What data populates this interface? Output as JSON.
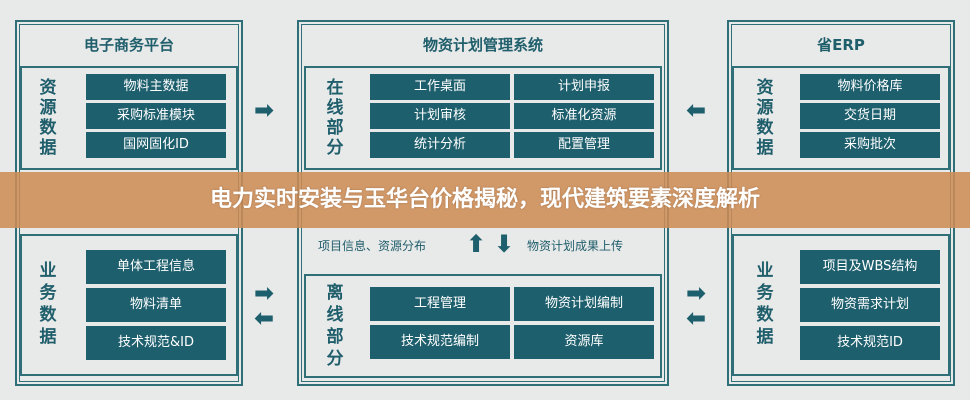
{
  "left": {
    "title": "电子商务平台",
    "resource_label": "资源数据",
    "resource_items": [
      "物料主数据",
      "采购标准模块",
      "国网固化ID"
    ],
    "business_label": "业务数据",
    "business_items": [
      "单体工程信息",
      "物料清单",
      "技术规范&ID"
    ]
  },
  "center": {
    "title": "物资计划管理系统",
    "online_label": "在线部分",
    "online_items": [
      "工作桌面",
      "计划申报",
      "计划审核",
      "标准化资源",
      "统计分析",
      "配置管理"
    ],
    "up_note": "项目信息、资源分布",
    "down_note": "物资计划成果上传",
    "offline_label": "离线部分",
    "offline_items": [
      "工程管理",
      "物资计划编制",
      "技术规范编制",
      "资源库"
    ]
  },
  "right": {
    "title": "省ERP",
    "resource_label": "资源数据",
    "resource_items": [
      "物料价格库",
      "交货日期",
      "采购批次"
    ],
    "business_label": "业务数据",
    "business_items": [
      "项目及WBS结构",
      "物资需求计划",
      "技术规范ID"
    ]
  },
  "banner": "电力实时安装与玉华台价格揭秘，现代建筑要素深度解析"
}
